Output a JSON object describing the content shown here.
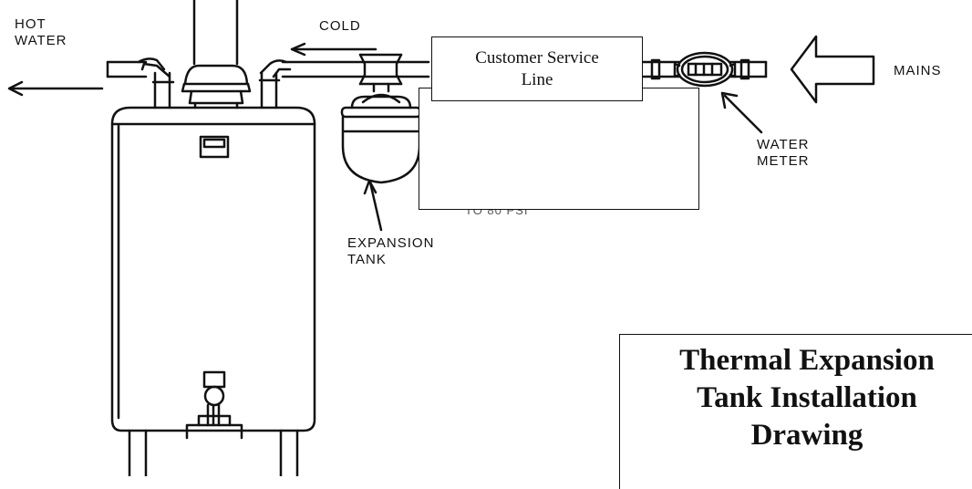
{
  "labels": {
    "hot_water_line1": "HOT",
    "hot_water_line2": "WATER",
    "cold": "COLD",
    "mains": "MAINS",
    "water_meter_line1": "WATER",
    "water_meter_line2": "METER",
    "expansion_tank_line1": "EXPANSION",
    "expansion_tank_line2": "TANK",
    "partial_hidden_text": "TO 80 PSI"
  },
  "service_box": {
    "line1": "Customer Service",
    "line2": "Line"
  },
  "title_box": {
    "line1": "Thermal Expansion",
    "line2": "Tank Installation",
    "line3": "Drawing"
  },
  "colors": {
    "ink": "#111111",
    "background": "#ffffff"
  }
}
